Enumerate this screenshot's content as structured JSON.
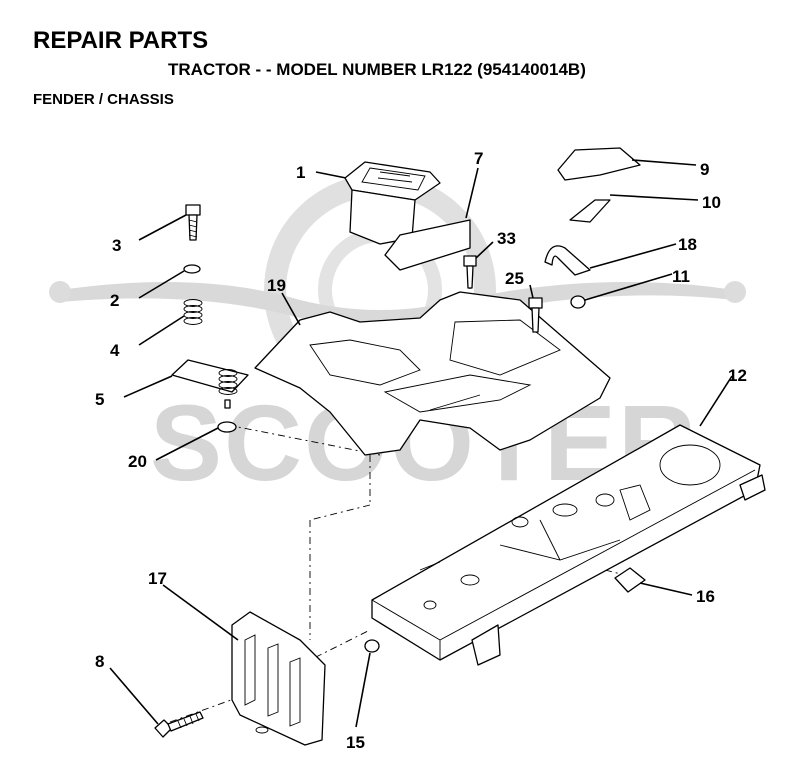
{
  "header": {
    "title": "REPAIR PARTS",
    "subtitle": "TRACTOR - - MODEL NUMBER LR122 (954140014B)",
    "section": "FENDER / CHASSIS"
  },
  "watermark": {
    "text": "SCOOTER",
    "color": "#d6d6d6"
  },
  "callouts": {
    "c1": "1",
    "c2": "2",
    "c3": "3",
    "c4": "4",
    "c5": "5",
    "c7": "7",
    "c8": "8",
    "c9": "9",
    "c10": "10",
    "c11": "11",
    "c12": "12",
    "c15": "15",
    "c16": "16",
    "c17": "17",
    "c18": "18",
    "c19": "19",
    "c20": "20",
    "c25": "25",
    "c33": "33"
  }
}
